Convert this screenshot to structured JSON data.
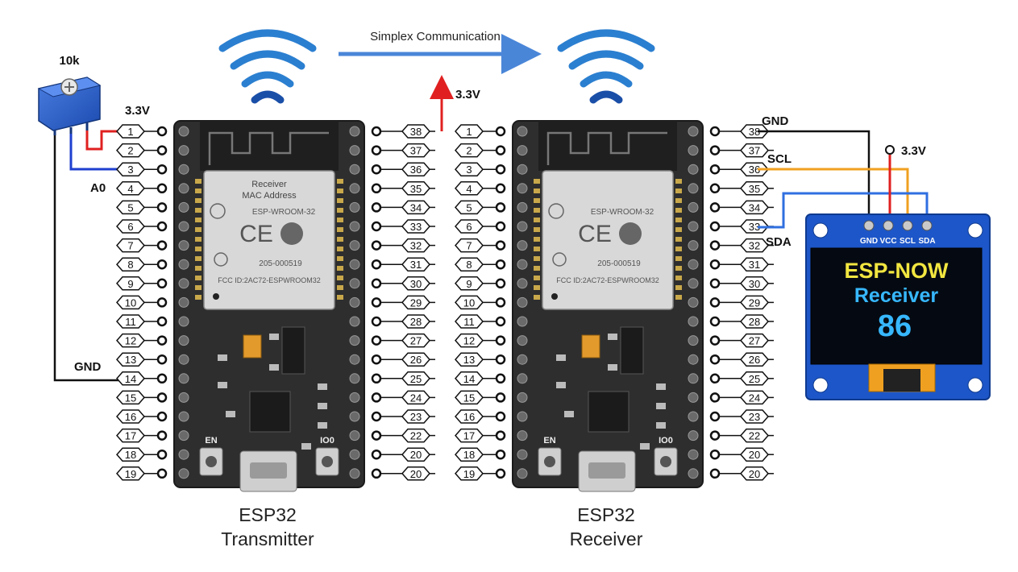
{
  "labels": {
    "pot_value": "10k",
    "tx_vcc": "3.3V",
    "tx_a0": "A0",
    "tx_gnd": "GND",
    "rx_vcc": "3.3V",
    "oled_gnd": "GND",
    "oled_scl": "SCL",
    "oled_vcc": "3.3V",
    "oled_sda": "SDA",
    "comm": "Simplex Communication"
  },
  "transmitter": {
    "title_line1": "ESP32",
    "title_line2": "Transmitter",
    "module_line1": "Receiver",
    "module_line2": "MAC Address",
    "module_model": "ESP-WROOM-32",
    "module_id": "205-000519",
    "module_fcc": "FCC ID:2AC72-ESPWROOM32",
    "btn_left": "EN",
    "btn_right": "IO0"
  },
  "receiver": {
    "title_line1": "ESP32",
    "title_line2": "Receiver",
    "module_model": "ESP-WROOM-32",
    "module_id": "205-000519",
    "module_fcc": "FCC ID:2AC72-ESPWROOM32",
    "btn_left": "EN",
    "btn_right": "IO0"
  },
  "left_pins": [
    "1",
    "2",
    "3",
    "4",
    "5",
    "6",
    "7",
    "8",
    "9",
    "10",
    "11",
    "12",
    "13",
    "14",
    "15",
    "16",
    "17",
    "18",
    "19"
  ],
  "right_pins": [
    "38",
    "37",
    "36",
    "35",
    "34",
    "33",
    "32",
    "31",
    "30",
    "29",
    "28",
    "27",
    "26",
    "25",
    "24",
    "23",
    "22",
    "20",
    "20"
  ],
  "oled": {
    "pin_labels": [
      "GND",
      "VCC",
      "SCL",
      "SDA"
    ],
    "line1": "ESP-NOW",
    "line2": "Receiver",
    "line3": "86"
  },
  "colors": {
    "vcc_wire": "#e02020",
    "a0_wire": "#1f3fd0",
    "gnd_wire": "#111111",
    "scl_wire": "#f0a020",
    "sda_wire": "#2f6fe0",
    "arrow": "#4a86d8",
    "wifi": "#2b7fd0",
    "board": "#2e2e2e",
    "oled_pcb": "#1d56c8",
    "oled_text_yellow": "#f2e640",
    "oled_text_blue": "#37b8ff"
  }
}
